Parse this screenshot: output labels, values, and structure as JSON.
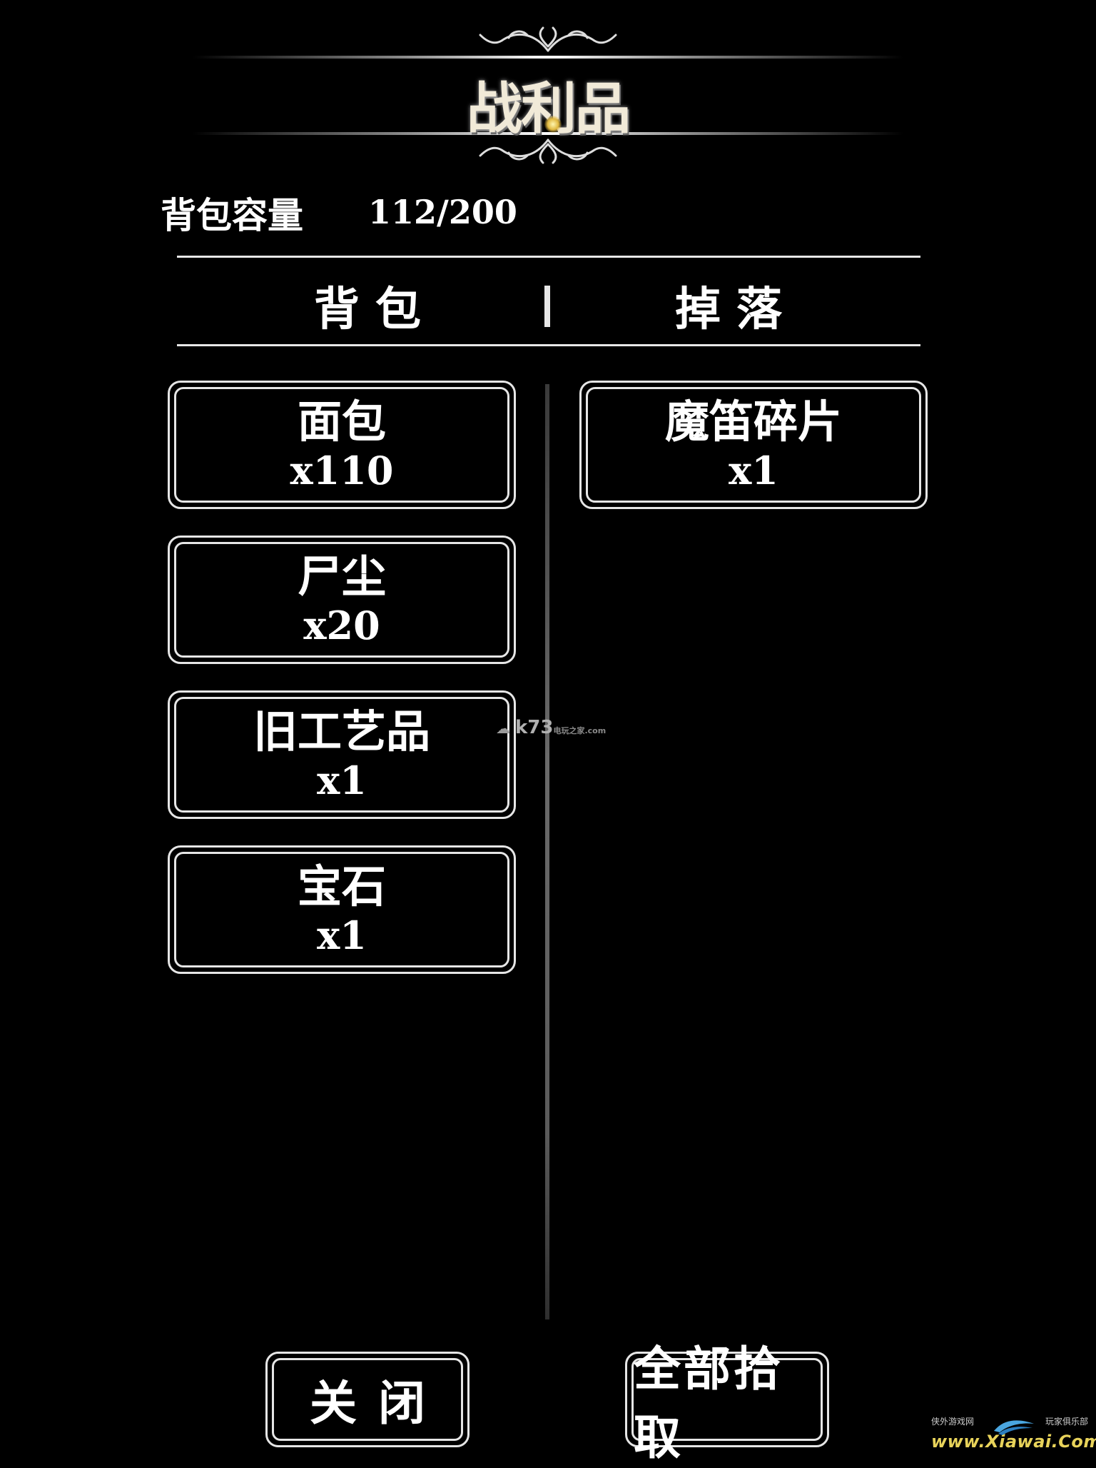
{
  "title": "战利品",
  "capacity": {
    "label": "背包容量",
    "value": "112/200"
  },
  "tabs": {
    "bag": "背包",
    "drop": "掉落"
  },
  "bag_items": [
    {
      "name": "面包",
      "count": "x110"
    },
    {
      "name": "尸尘",
      "count": "x20"
    },
    {
      "name": "旧工艺品",
      "count": "x1"
    },
    {
      "name": "宝石",
      "count": "x1"
    }
  ],
  "drop_items": [
    {
      "name": "魔笛碎片",
      "count": "x1"
    }
  ],
  "buttons": {
    "close": "关闭",
    "pickup_all": "全部拾取"
  },
  "watermarks": {
    "k73_main": "k73",
    "k73_sub": "电玩之家",
    "k73_domain": ".com",
    "xiawai_left": "侠外游戏网",
    "xiawai_right": "玩家俱乐部",
    "xiawai_url": "www.Xiawai.Com"
  },
  "colors": {
    "background": "#000000",
    "text": "#ffffff",
    "border": "#e6e6e6",
    "title_glow": "#e0b840"
  }
}
